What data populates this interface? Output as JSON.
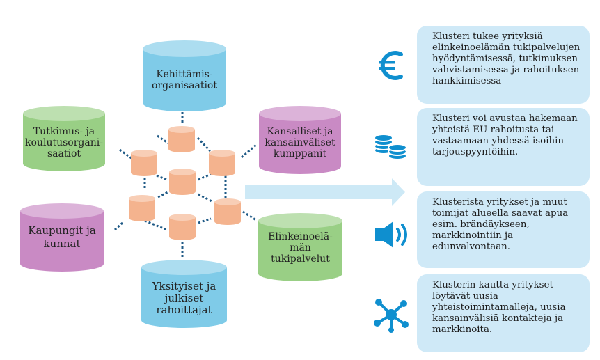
{
  "colors": {
    "blue": "#7fcbe8",
    "green": "#99cf85",
    "purple": "#c98ac4",
    "hub": "#f4b38e",
    "link": "#1f5a86",
    "arrow": "#cde9f6",
    "box": "#cfe9f7",
    "icon": "#0f8fcf"
  },
  "actors": [
    {
      "id": "kehittamis",
      "label": "Kehittämis-\norganisaatiot"
    },
    {
      "id": "tutkimus",
      "label": "Tutkimus- ja\nkoulutusorgani-\nsaatiot"
    },
    {
      "id": "kansalliset",
      "label": "Kansalliset ja\nkansainväliset\nkumppanit"
    },
    {
      "id": "kaupungit",
      "label": "Kaupungit ja\nkunnat"
    },
    {
      "id": "elinkeino",
      "label": "Elinkeinoelä-\nmän\ntukipalvelut"
    },
    {
      "id": "yksityiset",
      "label": "Yksityiset ja\njulkiset\nrahoittajat"
    }
  ],
  "benefits": [
    {
      "icon": "euro-icon",
      "text": "Klusteri tukee yrityksiä elinkeinoelämän tukipalvelujen hyödyntämisessä, tutkimuksen vahvistamisessa ja rahoituksen hankkimisessa"
    },
    {
      "icon": "coins-icon",
      "text": "Klusteri voi avustaa hakemaan yhteistä EU-rahoitusta tai vastaamaan yhdessä isoihin tarjouspyyntöihin."
    },
    {
      "icon": "speaker-icon",
      "text": "Klusterista yritykset ja muut toimijat alueella saavat apua esim. brändäykseen, markkinointiin ja edunvalvontaan."
    },
    {
      "icon": "network-icon",
      "text": "Klusterin kautta yritykset löytävät uusia yhteistoimintamalleja, uusia kansainvälisiä kontakteja ja markkinoita."
    }
  ]
}
